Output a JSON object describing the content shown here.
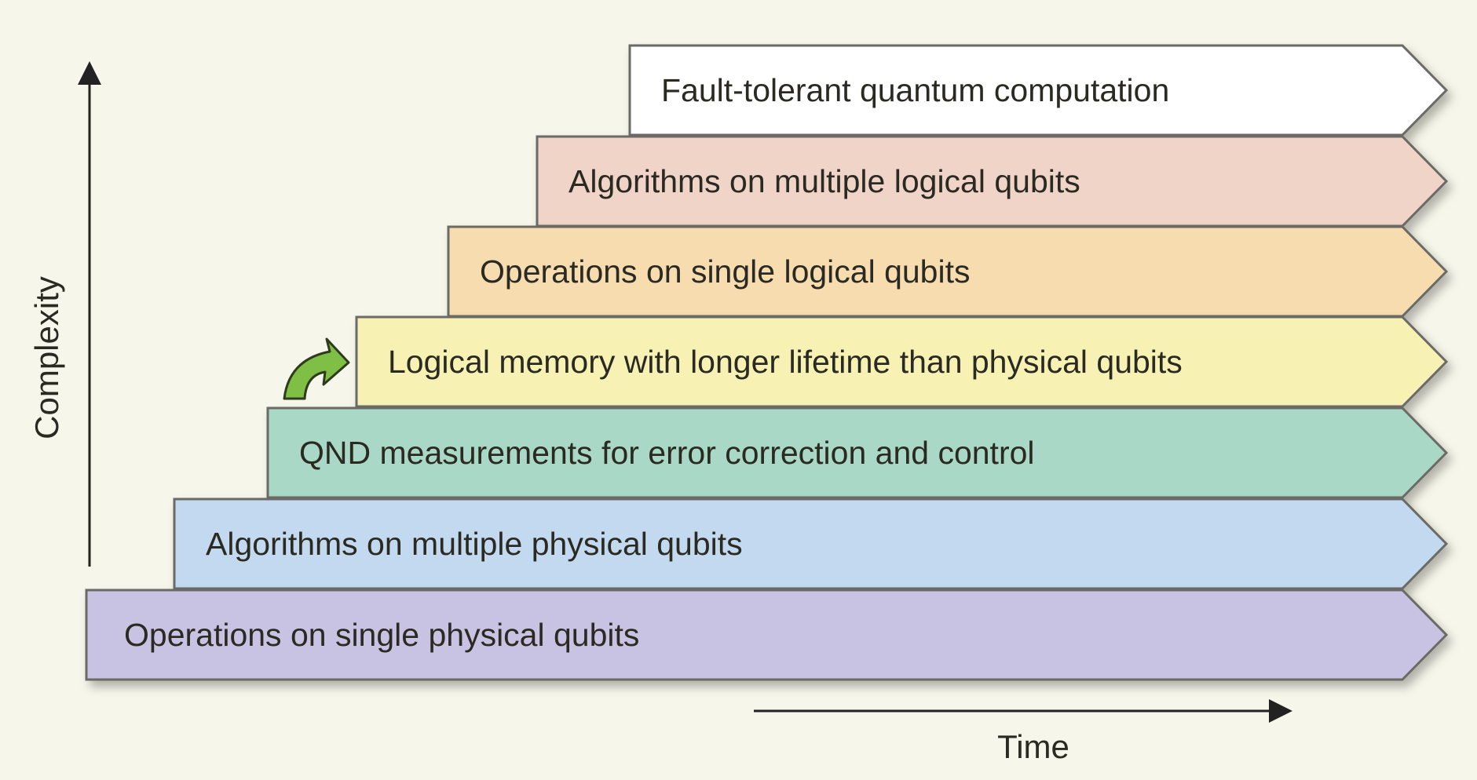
{
  "axes": {
    "y_label": "Complexity",
    "x_label": "Time"
  },
  "stages": [
    {
      "label": "Operations on single physical qubits",
      "color": "#c9c3e3"
    },
    {
      "label": "Algorithms on multiple physical qubits",
      "color": "#c3d9ef"
    },
    {
      "label": "QND measurements for error correction and control",
      "color": "#a9d8c6"
    },
    {
      "label": "Logical memory with longer lifetime than physical qubits",
      "color": "#f7f1b4"
    },
    {
      "label": "Operations on single logical qubits",
      "color": "#f6dcae"
    },
    {
      "label": "Algorithms on multiple logical qubits",
      "color": "#f0d4c8"
    },
    {
      "label": "Fault-tolerant quantum computation",
      "color": "#ffffff"
    }
  ],
  "highlight_arrow_color": "#7fbf45"
}
